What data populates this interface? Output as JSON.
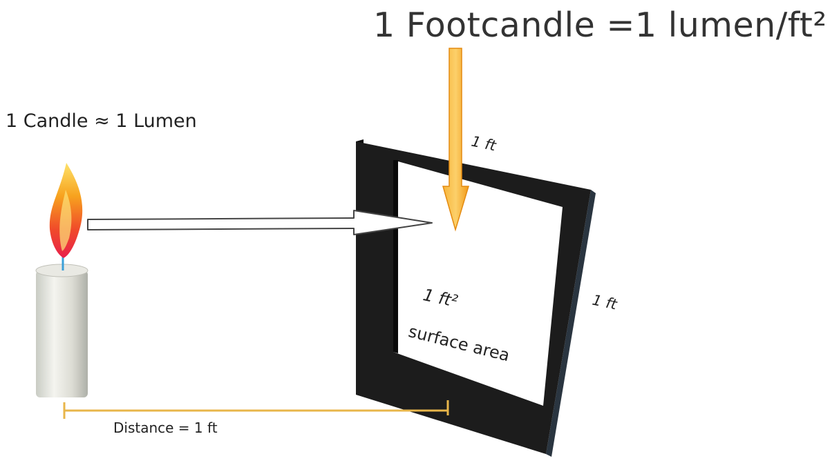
{
  "title": "1 Footcandle =1 lumen/ft²",
  "candle_label": "1 Candle ≈ 1 Lumen",
  "frame": {
    "top_dimension": "1 ft",
    "side_dimension": "1 ft",
    "area_label_line1": "1 ft²",
    "area_label_line2": "surface area"
  },
  "distance_label": "Distance = 1 ft",
  "colors": {
    "frame": "#1c1c1c",
    "down_arrow": "#f6a623",
    "distance_line": "#e8b64a",
    "light_arrow_stroke": "#444444"
  }
}
